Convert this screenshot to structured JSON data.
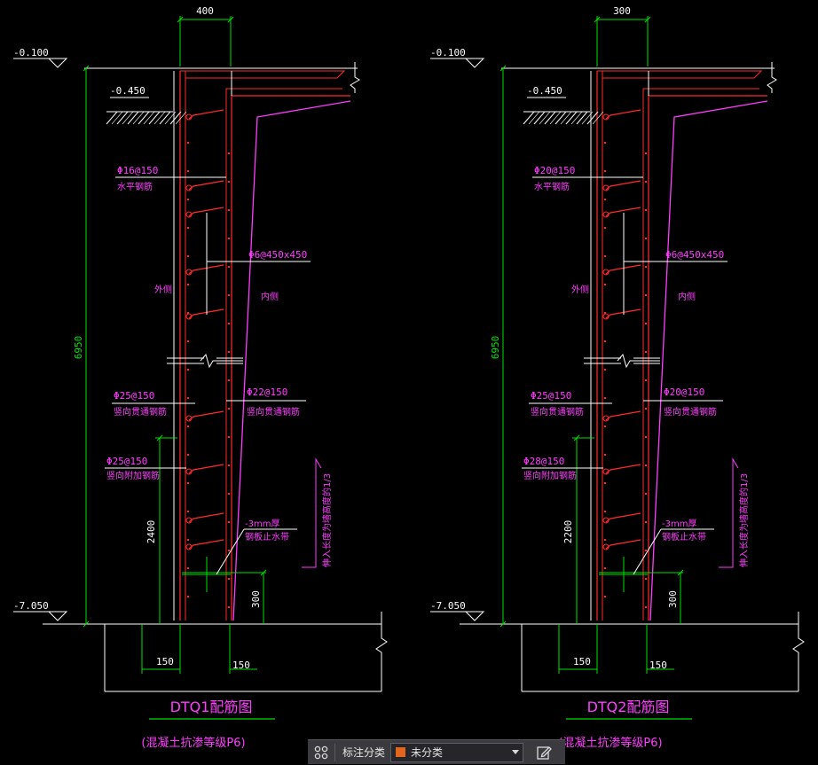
{
  "colors": {
    "dim": "#00e000",
    "rebar": "#ff2a2a",
    "pink": "#ff3dff",
    "label": "#ff3dff",
    "white": "#ffffff",
    "title": "#ff3dff",
    "title_underline": "#00e000"
  },
  "drawings": [
    {
      "top_dim": "400",
      "elev_top": "-0.100",
      "elev_soil": "-0.450",
      "elev_bottom": "-7.050",
      "horiz_rebar": "Φ16@150",
      "horiz_rebar_desc": "水平钢筋",
      "tie_bar": "Φ6@450x450",
      "outer_side": "外侧",
      "inner_side": "内侧",
      "height_dim": "6950",
      "outer_vertical": "Φ25@150",
      "outer_vertical_desc": "竖向贯通钢筋",
      "inner_vertical": "Φ22@150",
      "inner_vertical_desc": "竖向贯通钢筋",
      "added_vertical": "Φ25@150",
      "added_vertical_desc": "竖向附加钢筋",
      "added_length_dim": "2400",
      "waterstop": "-3mm厚",
      "waterstop_desc": "钢板止水带",
      "anchor_note": "伸入长度为墙高度的1/3",
      "waterstop_dim": "300",
      "bottom_dim_left": "150",
      "bottom_dim_right": "150",
      "title": "DTQ1配筋图",
      "subtitle": "(混凝土抗渗等级P6)"
    },
    {
      "top_dim": "300",
      "elev_top": "-0.100",
      "elev_soil": "-0.450",
      "elev_bottom": "-7.050",
      "horiz_rebar": "Φ20@150",
      "horiz_rebar_desc": "水平钢筋",
      "tie_bar": "Φ6@450x450",
      "outer_side": "外侧",
      "inner_side": "内侧",
      "height_dim": "6950",
      "outer_vertical": "Φ25@150",
      "outer_vertical_desc": "竖向贯通钢筋",
      "inner_vertical": "Φ20@150",
      "inner_vertical_desc": "竖向贯通钢筋",
      "added_vertical": "Φ28@150",
      "added_vertical_desc": "竖向附加钢筋",
      "added_length_dim": "2200",
      "waterstop": "-3mm厚",
      "waterstop_desc": "钢板止水带",
      "anchor_note": "伸入长度为墙高度的1/3",
      "waterstop_dim": "300",
      "bottom_dim_left": "150",
      "bottom_dim_right": "150",
      "title": "DTQ2配筋图",
      "subtitle": "(混凝土抗渗等级P6)"
    }
  ],
  "toolbar": {
    "grid_icon": "grid-icon",
    "label": "标注分类",
    "selected": "未分类",
    "swatch_color": "#e3661c",
    "edit_icon": "edit-icon"
  }
}
